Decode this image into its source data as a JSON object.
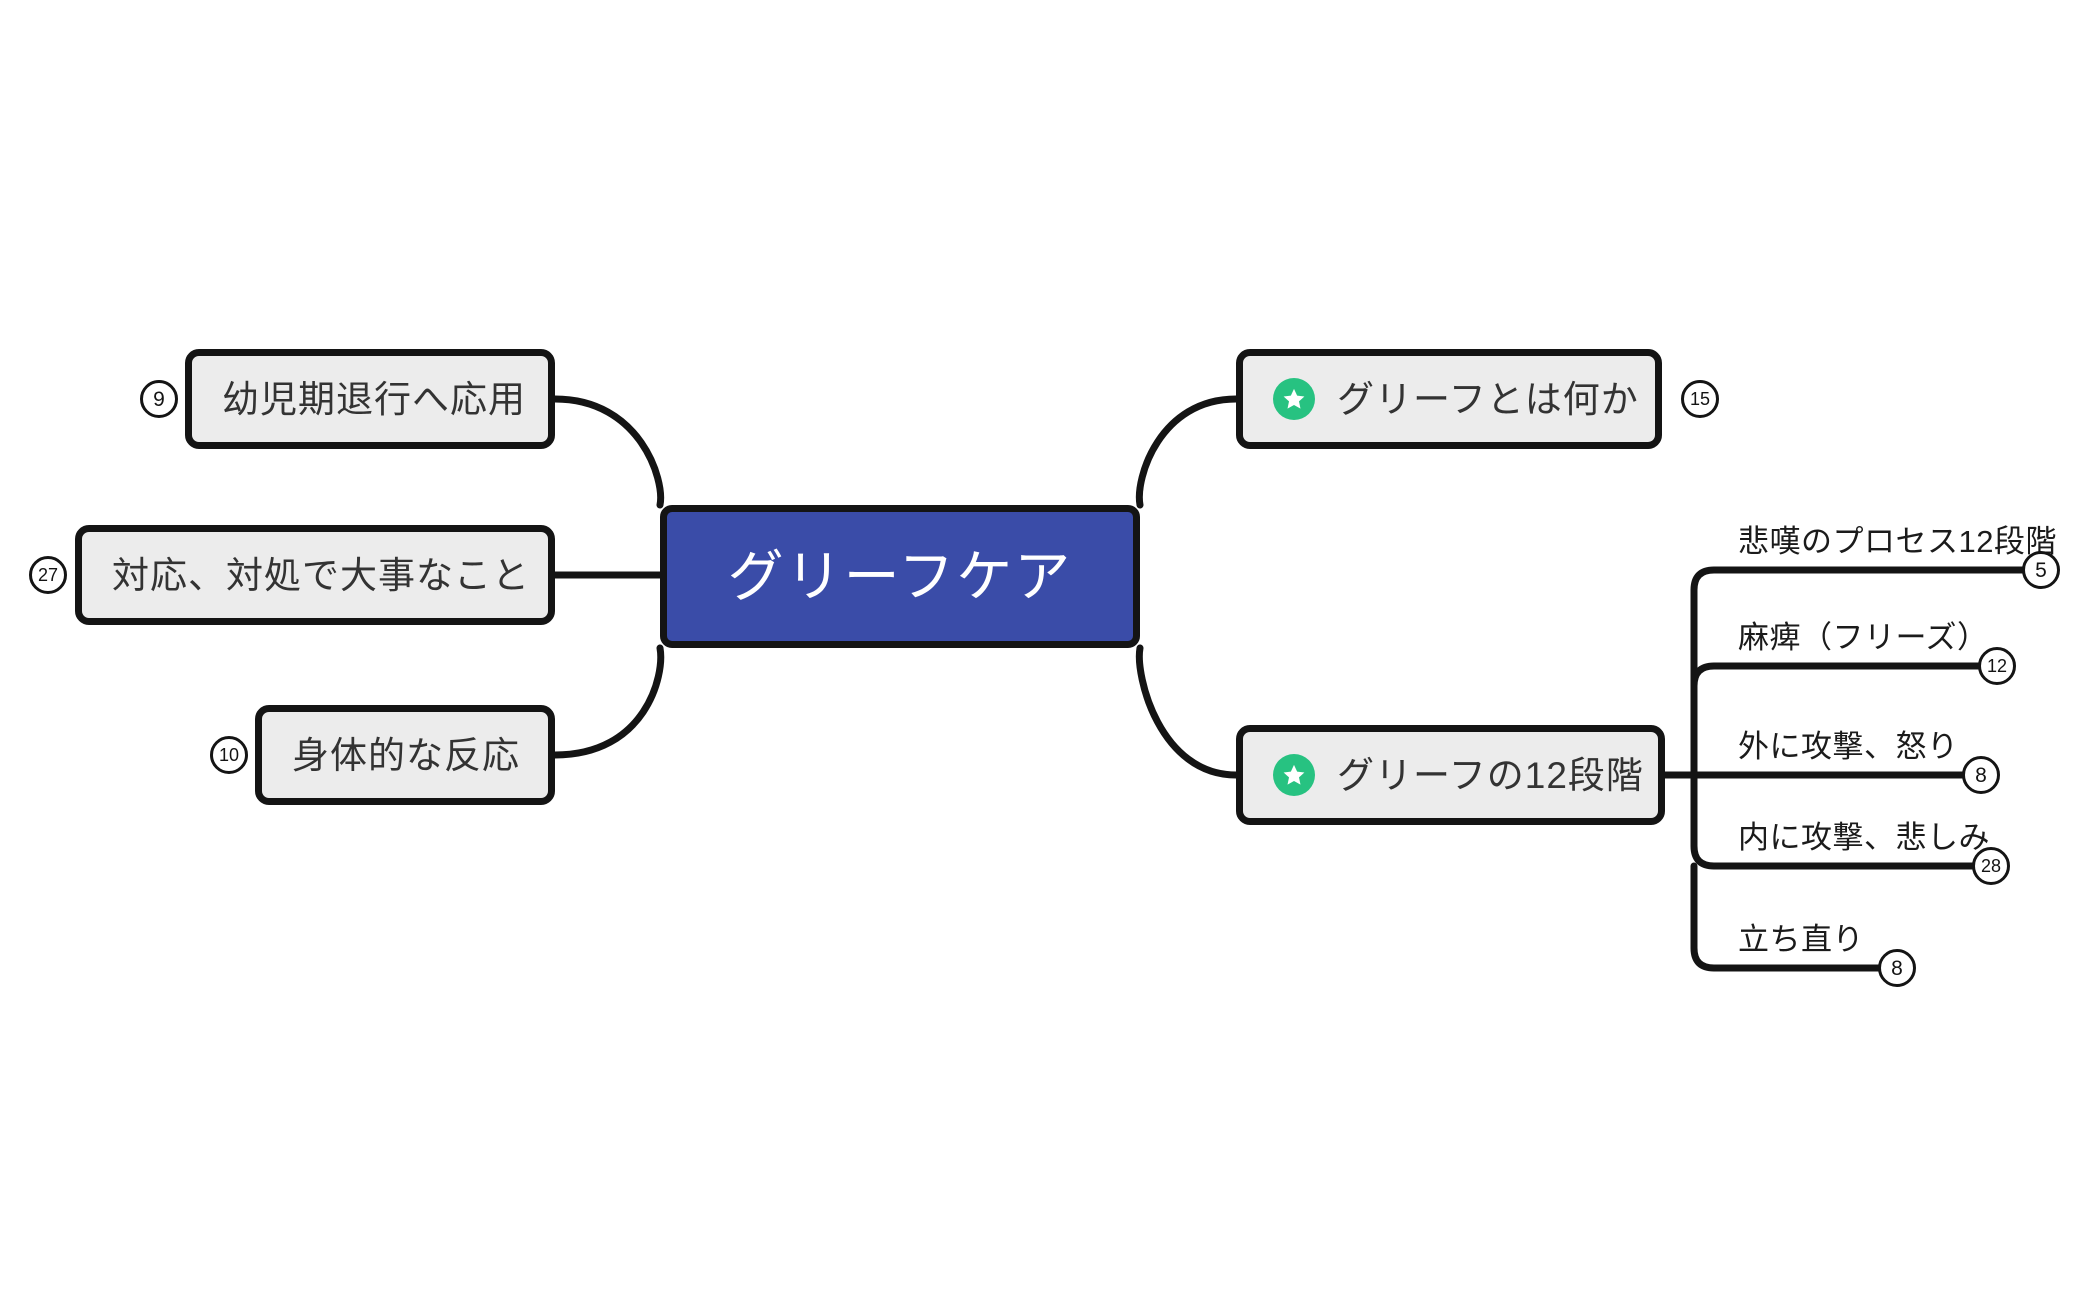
{
  "diagram": {
    "type": "mind-map",
    "title": "グリーフケア",
    "root": {
      "label": "グリーフケア",
      "fill": "#3a4ca8",
      "text_color": "#ffffff"
    },
    "branch_fill": "#ececec",
    "branch_text_color": "#333333",
    "link_color": "#141414",
    "star_color": "#27c281",
    "left_branches": [
      {
        "label": "幼児期退行へ応用",
        "badge": "9"
      },
      {
        "label": "対応、対処で大事なこと",
        "badge": "27"
      },
      {
        "label": "身体的な反応",
        "badge": "10"
      }
    ],
    "right_branches": [
      {
        "label": "グリーフとは何か",
        "badge": "15",
        "icon": "star-icon",
        "children": []
      },
      {
        "label": "グリーフの12段階",
        "badge": null,
        "icon": "star-icon",
        "children": [
          {
            "label": "悲嘆のプロセス12段階",
            "badge": "5"
          },
          {
            "label": "麻痺（フリーズ）",
            "badge": "12"
          },
          {
            "label": "外に攻撃、怒り",
            "badge": "8"
          },
          {
            "label": "内に攻撃、悲しみ",
            "badge": "28"
          },
          {
            "label": "立ち直り",
            "badge": "8"
          }
        ]
      }
    ]
  }
}
